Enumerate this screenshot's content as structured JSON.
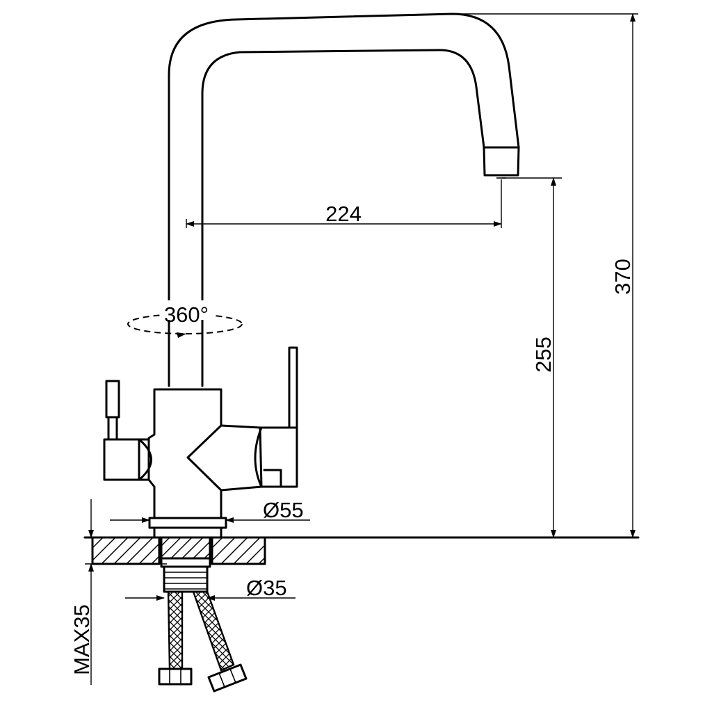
{
  "dimensions": {
    "spout_reach": "224",
    "rotation": "360°",
    "spout_height": "255",
    "total_height": "370",
    "base_diameter": "Ø55",
    "shank_diameter": "Ø35",
    "max_mount_thickness": "MAX35"
  }
}
